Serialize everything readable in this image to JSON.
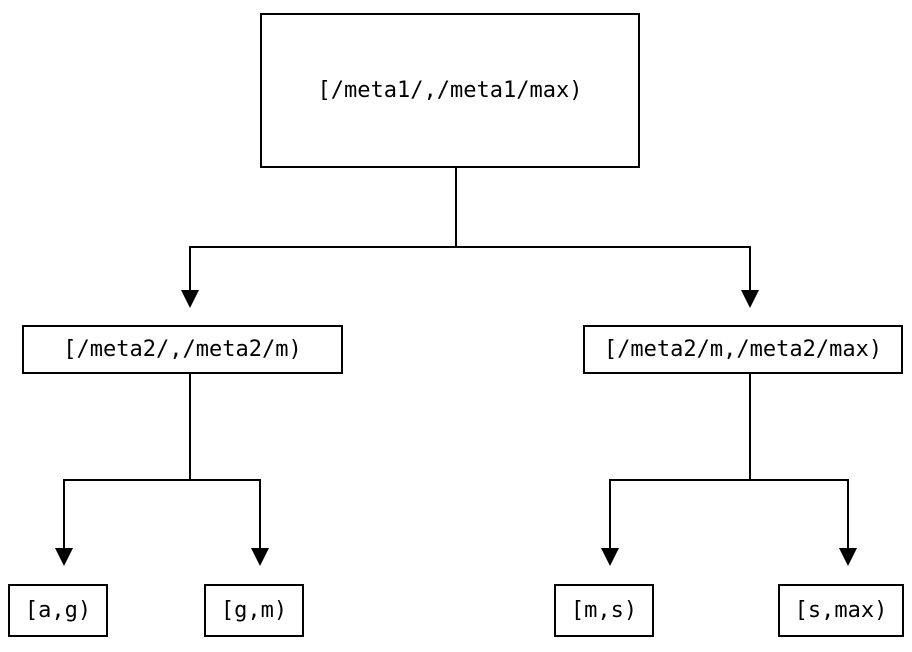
{
  "diagram": {
    "type": "tree",
    "description": "interval-partition-tree",
    "colors": {
      "background": "#ffffff",
      "line": "#000000",
      "text": "#000000"
    },
    "nodes": {
      "root": {
        "label": "[/meta1/,/meta1/max)"
      },
      "level2_left": {
        "label": "[/meta2/,/meta2/m)"
      },
      "level2_right": {
        "label": "[/meta2/m,/meta2/max)"
      },
      "leaf_a_g": {
        "label": "[a,g)"
      },
      "leaf_g_m": {
        "label": "[g,m)"
      },
      "leaf_m_s": {
        "label": "[m,s)"
      },
      "leaf_s_max": {
        "label": "[s,max)"
      }
    },
    "edges": [
      {
        "from": "root",
        "to": "level2_left"
      },
      {
        "from": "root",
        "to": "level2_right"
      },
      {
        "from": "level2_left",
        "to": "leaf_a_g"
      },
      {
        "from": "level2_left",
        "to": "leaf_g_m"
      },
      {
        "from": "level2_right",
        "to": "leaf_m_s"
      },
      {
        "from": "level2_right",
        "to": "leaf_s_max"
      }
    ]
  }
}
